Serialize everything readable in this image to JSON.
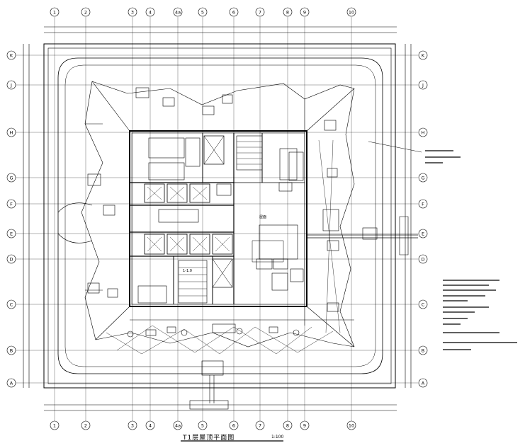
{
  "drawing": {
    "title": "T1层屋顶平面图",
    "scale": "1:100"
  },
  "grid_labels_top": [
    "1",
    "2",
    "3",
    "4",
    "4a",
    "5",
    "6",
    "7",
    "8",
    "9",
    "10"
  ],
  "grid_labels_side": [
    "K",
    "J",
    "H",
    "G",
    "F",
    "E",
    "D",
    "C",
    "B",
    "A"
  ],
  "room_labels": [
    "1-1.0",
    "屋面"
  ]
}
